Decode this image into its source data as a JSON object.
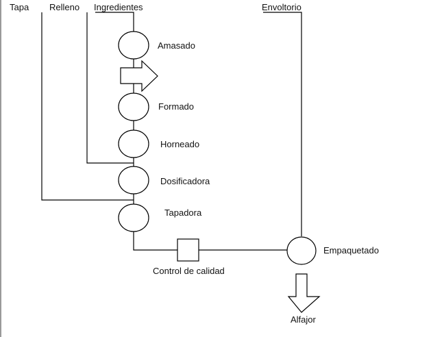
{
  "inputs": {
    "tapa": "Tapa",
    "relleno": "Relleno",
    "ingredientes": "Ingredientes",
    "envoltorio": "Envoltorio"
  },
  "operations": {
    "amasado": "Amasado",
    "formado": "Formado",
    "horneado": "Horneado",
    "dosificadora": "Dosificadora",
    "tapadora": "Tapadora",
    "empaquetado": "Empaquetado"
  },
  "inspection": {
    "control": "Control de calidad"
  },
  "output": {
    "alfajor": "Alfajor"
  }
}
